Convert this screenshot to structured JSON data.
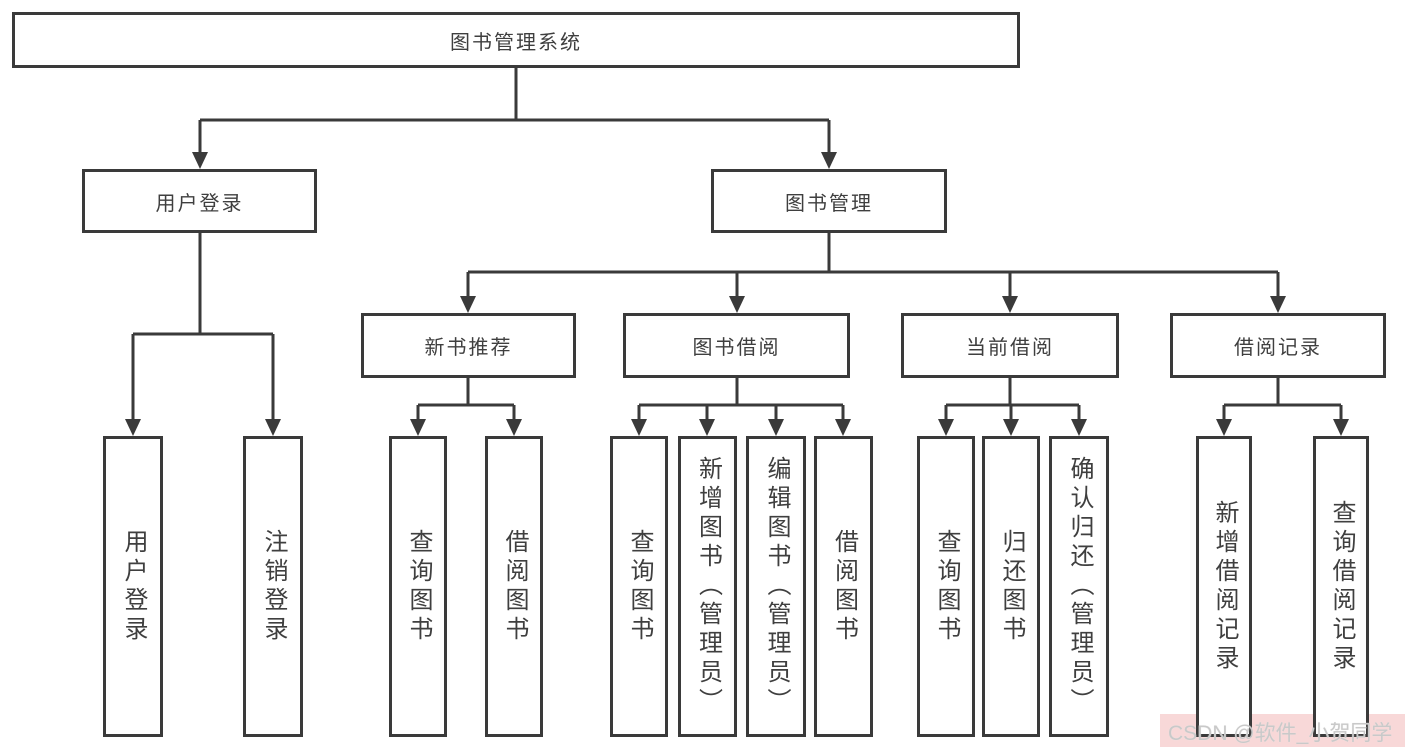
{
  "diagram_type": "hierarchy-flowchart",
  "colors": {
    "line": "#3a3a3a",
    "text": "#3f3f3f",
    "box_background": "#ffffff",
    "watermark_background": "#f8d8d8",
    "watermark_text": "#c9c9c9"
  },
  "tree": {
    "label": "图书管理系统",
    "children": [
      {
        "label": "用户登录",
        "children": [
          {
            "label": "用户登录"
          },
          {
            "label": "注销登录"
          }
        ]
      },
      {
        "label": "图书管理",
        "children": [
          {
            "label": "新书推荐",
            "children": [
              {
                "label": "查询图书"
              },
              {
                "label": "借阅图书"
              }
            ]
          },
          {
            "label": "图书借阅",
            "children": [
              {
                "label": "查询图书"
              },
              {
                "label": "新增图书（管理员）"
              },
              {
                "label": "编辑图书（管理员）"
              },
              {
                "label": "借阅图书"
              }
            ]
          },
          {
            "label": "当前借阅",
            "children": [
              {
                "label": "查询图书"
              },
              {
                "label": "归还图书"
              },
              {
                "label": "确认归还（管理员）"
              }
            ]
          },
          {
            "label": "借阅记录",
            "children": [
              {
                "label": "新增借阅记录"
              },
              {
                "label": "查询借阅记录"
              }
            ]
          }
        ]
      }
    ]
  },
  "watermark": {
    "text": "CSDN @软件_小贺同学"
  }
}
